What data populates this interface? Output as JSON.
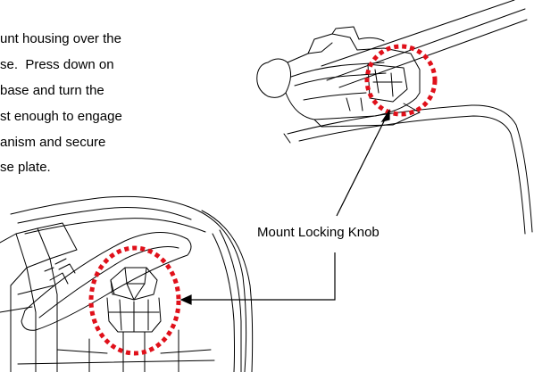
{
  "instructions": {
    "lines": [
      "unt housing over the",
      "se.  Press down on",
      "base and turn the",
      "st enough to engage",
      "anism and secure",
      "se plate."
    ]
  },
  "callout": {
    "label": "Mount Locking Knob"
  },
  "colors": {
    "highlight_circle": "#e0101a",
    "line_art": "#000000"
  },
  "icons": {
    "top_figure": "mount-housing-on-base-illustration",
    "bottom_figure": "mount-locking-knob-closeup-illustration"
  }
}
